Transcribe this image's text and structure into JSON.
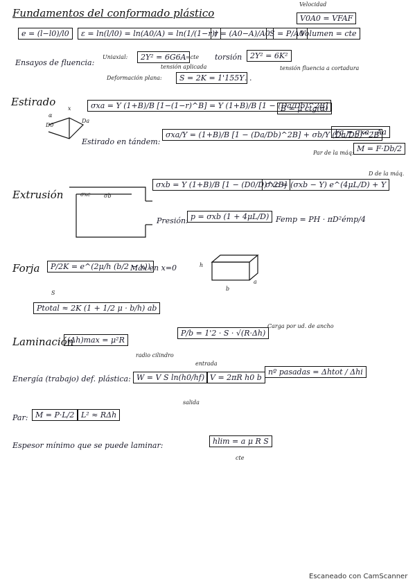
{
  "header": {
    "title": "Fundamentos del conformado plástico",
    "velocity_label": "Velocidad",
    "formulas": {
      "strain": "e = (l−l0)/l0",
      "true_strain": "ε = ln(l/l0) = ln(A0/A) = ln(1/(1−r))",
      "reduction": "r = (A0−A)/A0",
      "stress": "S = P/A0",
      "flow": "V0A0 = VFAF",
      "volume": "Volumen = cte"
    }
  },
  "ensayos": {
    "label": "Ensayos de fluencia:",
    "uniaxial_label": "Uniaxial:",
    "uniaxial_formula": "2Y² = 6G6A",
    "uniaxial_cte": "=cte",
    "tension_aplicada": "tensión aplicada",
    "torsion_label": "torsión",
    "torsion_formula": "2Y² = 6K²",
    "tension_fluencia": "tensión fluencia a cortadura",
    "deformacion_label": "Deformación plana:",
    "deformacion_formula": "S = 2K = 1'155Y",
    "ellipsis": ". . ."
  },
  "estirado": {
    "label": "Estirado",
    "formula": "σxa = Y (1+B)/B [1−(1−r)^B] = Y (1+B)/B [1 − (Da/Db)^2B]",
    "b_formula": "B = μ ctg(α)",
    "diagram_a": "α",
    "diagram_x": "x",
    "diagram_b0": "D0",
    "diagram_da": "Da",
    "tandem_label": "Estirado en tándem:",
    "tandem_formula": "σxa/Y = (1+B)/B [1 − (Da/Db)^2B] + σb/Y (Da/Db)^2B",
    "fa_formula": "Fa = σxa · Aa",
    "par_label": "Par de la máq:",
    "m_formula": "M = F·Db/2",
    "diametro_note": "D de la máq."
  },
  "extrusion": {
    "label": "Extrusión",
    "diagram_sxc": "σxc",
    "diagram_sxb": "σb",
    "formula_b": "σxb = Y (1+B)/B [1 − (D0/D)^2B]",
    "formula_c": "σxc = (σxb − Y) e^(4μL/D) + Y",
    "presion_label": "Presión:",
    "presion_formula": "p = σxb (1 + 4μL/D)",
    "fem_formula": "Femp = PH · πD²émp/4"
  },
  "forja": {
    "label": "Forja",
    "formula": "P/2K = e^(2μ/h (b/2 − x))",
    "s_note": "S",
    "max_note": "Máx en x=0",
    "total_formula": "Ptotal ≈ 2K (1 + 1/2 μ · b/h) ab",
    "dim_h": "h",
    "dim_b": "b",
    "dim_a": "a"
  },
  "laminacion": {
    "label": "Laminación",
    "formula": "(Δh)max = μ²R",
    "radio_note": "radio cilindro",
    "p_formula": "P/b = 1'2 · S · √(R·Δh)",
    "carga_note": "Carga por ud. de ancho",
    "energia_label": "Energía (trabajo) def. plástica:",
    "energia_formula": "W = V S ln(h0/hf)",
    "entrada_note": "entrada",
    "salida_note": "salida",
    "v_formula": "V = 2πR h0 b",
    "pasadas_label": "nº pasadas =",
    "pasadas_formula": "Δhtot / Δhi",
    "par_label": "Par:",
    "par_formula": "M = P·L/2",
    "l_formula": "L² ≈ RΔh",
    "espesor_label": "Espesor mínimo que se puede laminar:",
    "espesor_formula": "hlim = a μ R S",
    "cte_note": "cte"
  },
  "footer": "Escaneado con CamScanner"
}
